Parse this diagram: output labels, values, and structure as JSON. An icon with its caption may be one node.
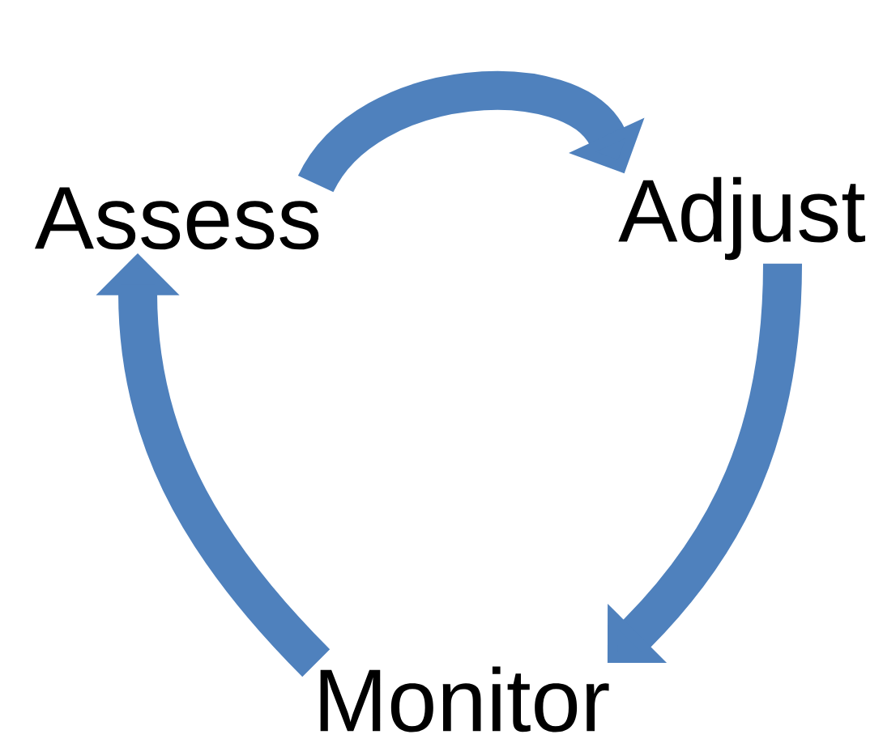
{
  "diagram": {
    "nodes": [
      {
        "text": [
          "Assess"
        ]
      },
      {
        "text": [
          "Adjust"
        ]
      },
      {
        "text": [
          "Monitor"
        ]
      }
    ],
    "edges": [
      {
        "from": 0,
        "to": 1,
        "arrow": "to"
      },
      {
        "from": 1,
        "to": 2,
        "arrow": "to"
      },
      {
        "from": 2,
        "to": 0,
        "arrow": "to"
      }
    ]
  }
}
